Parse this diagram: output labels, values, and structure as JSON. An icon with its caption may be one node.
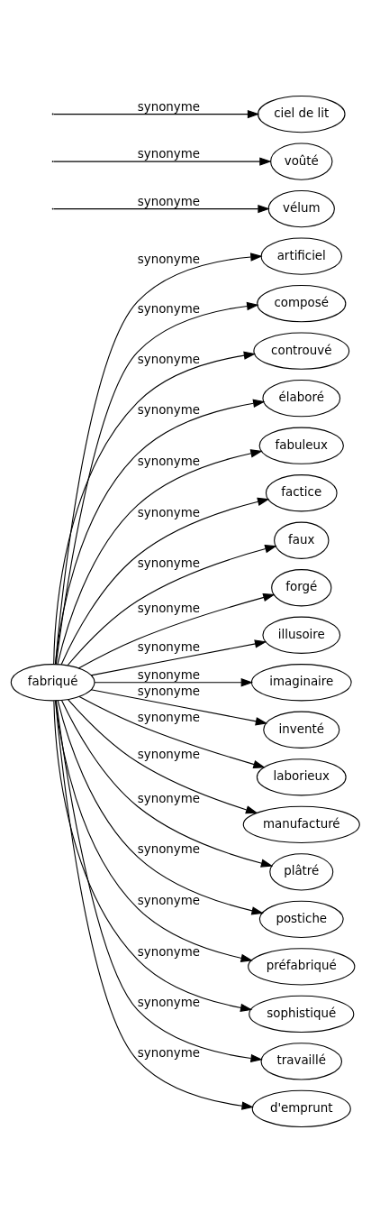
{
  "diagram": {
    "nodes": [
      {
        "text": [
          "fabriqué"
        ]
      },
      {
        "text": [
          "artificiel"
        ]
      },
      {
        "text": [
          "composé"
        ]
      },
      {
        "text": [
          "controuvé"
        ]
      },
      {
        "text": [
          "élaboré"
        ]
      },
      {
        "text": [
          "fabuleux"
        ]
      },
      {
        "text": [
          "factice"
        ]
      },
      {
        "text": [
          "faux"
        ]
      },
      {
        "text": [
          "forgé"
        ]
      },
      {
        "text": [
          "illusoire"
        ]
      },
      {
        "text": [
          "imaginaire"
        ]
      },
      {
        "text": [
          "inventé"
        ]
      },
      {
        "text": [
          "laborieux"
        ]
      },
      {
        "text": [
          "manufacturé"
        ]
      },
      {
        "text": [
          "plâtré"
        ]
      },
      {
        "text": [
          "postiche"
        ]
      },
      {
        "text": [
          "préfabriqué"
        ]
      },
      {
        "text": [
          "sophistiqué"
        ]
      },
      {
        "text": [
          "travaillé"
        ]
      },
      {
        "text": [
          "d'emprunt"
        ]
      },
      {
        "text": [
          "vélum"
        ]
      },
      {
        "text": [
          "voûté"
        ]
      },
      {
        "text": [
          "ciel de lit"
        ]
      }
    ],
    "edges": [
      {
        "from": 0,
        "to": 1,
        "arrow": "to",
        "label": "synonyme"
      },
      {
        "from": 0,
        "to": 2,
        "arrow": "to",
        "label": "synonyme"
      },
      {
        "from": 0,
        "to": 3,
        "arrow": "to",
        "label": "synonyme"
      },
      {
        "from": 0,
        "to": 4,
        "arrow": "to",
        "label": "synonyme"
      },
      {
        "from": 0,
        "to": 5,
        "arrow": "to",
        "label": "synonyme"
      },
      {
        "from": 0,
        "to": 6,
        "arrow": "to",
        "label": "synonyme"
      },
      {
        "from": 0,
        "to": 7,
        "arrow": "to",
        "label": "synonyme"
      },
      {
        "from": 0,
        "to": 8,
        "arrow": "to",
        "label": "synonyme"
      },
      {
        "from": 0,
        "to": 9,
        "arrow": "to",
        "label": "synonyme"
      },
      {
        "from": 0,
        "to": 10,
        "arrow": "to",
        "label": "synonyme"
      },
      {
        "from": 0,
        "to": 11,
        "arrow": "to",
        "label": "synonyme"
      },
      {
        "from": 0,
        "to": 12,
        "arrow": "to",
        "label": "synonyme"
      },
      {
        "from": 0,
        "to": 13,
        "arrow": "to",
        "label": "synonyme"
      },
      {
        "from": 0,
        "to": 14,
        "arrow": "to",
        "label": "synonyme"
      },
      {
        "from": 0,
        "to": 15,
        "arrow": "to",
        "label": "synonyme"
      },
      {
        "from": 0,
        "to": 16,
        "arrow": "to",
        "label": "synonyme"
      },
      {
        "from": 0,
        "to": 17,
        "arrow": "to",
        "label": "synonyme"
      },
      {
        "from": 0,
        "to": 18,
        "arrow": "to",
        "label": "synonyme"
      },
      {
        "from": 0,
        "to": 19,
        "arrow": "to",
        "label": "synonyme"
      },
      {
        "from": null,
        "to": 20,
        "arrow": "to",
        "label": "synonyme"
      },
      {
        "from": null,
        "to": 21,
        "arrow": "to",
        "label": "synonyme"
      },
      {
        "from": null,
        "to": 22,
        "arrow": "to",
        "label": "synonyme"
      }
    ]
  }
}
